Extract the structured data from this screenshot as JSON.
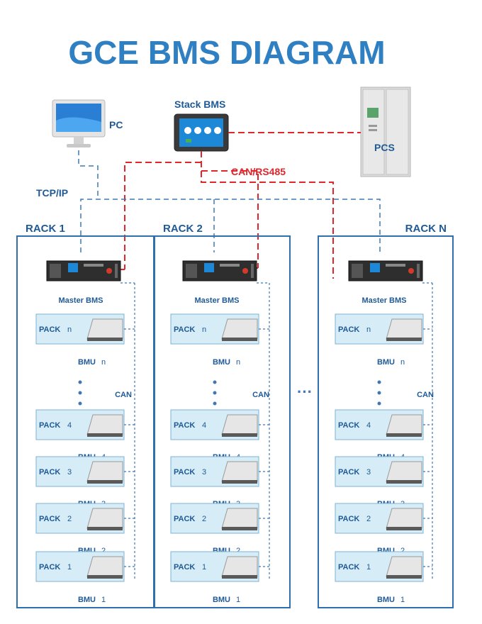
{
  "title": "GCE BMS DIAGRAM",
  "nodes": {
    "pc": "PC",
    "stack_bms": "Stack BMS",
    "pcs": "PCS",
    "can_rs485": "CAN/RS485",
    "tcp_ip": "TCP/IP"
  },
  "colors": {
    "title": "#2f7fc3",
    "rack_border": "#2f6fad",
    "pack_fill": "#d6ecf6",
    "pack_border": "#7fb3d5",
    "dash_red": "#e0262b",
    "dash_blue": "#3f78b5",
    "text_blue": "#1f5a96"
  },
  "racks": [
    {
      "name": "RACK 1"
    },
    {
      "name": "RACK 2"
    },
    {
      "name": "RACK N"
    }
  ],
  "master_bms_label": "Master BMS",
  "can_label": "CAN",
  "ellipsis_between_racks": "···",
  "packs": [
    {
      "pack_word": "PACK",
      "pack_idx": "n",
      "bmu_word": "BMU",
      "bmu_idx": "n"
    },
    {
      "pack_word": "PACK",
      "pack_idx": "4",
      "bmu_word": "BMU",
      "bmu_idx": "4"
    },
    {
      "pack_word": "PACK",
      "pack_idx": "3",
      "bmu_word": "BMU",
      "bmu_idx": "3"
    },
    {
      "pack_word": "PACK",
      "pack_idx": "2",
      "bmu_word": "BMU",
      "bmu_idx": "2"
    },
    {
      "pack_word": "PACK",
      "pack_idx": "1",
      "bmu_word": "BMU",
      "bmu_idx": "1"
    }
  ]
}
